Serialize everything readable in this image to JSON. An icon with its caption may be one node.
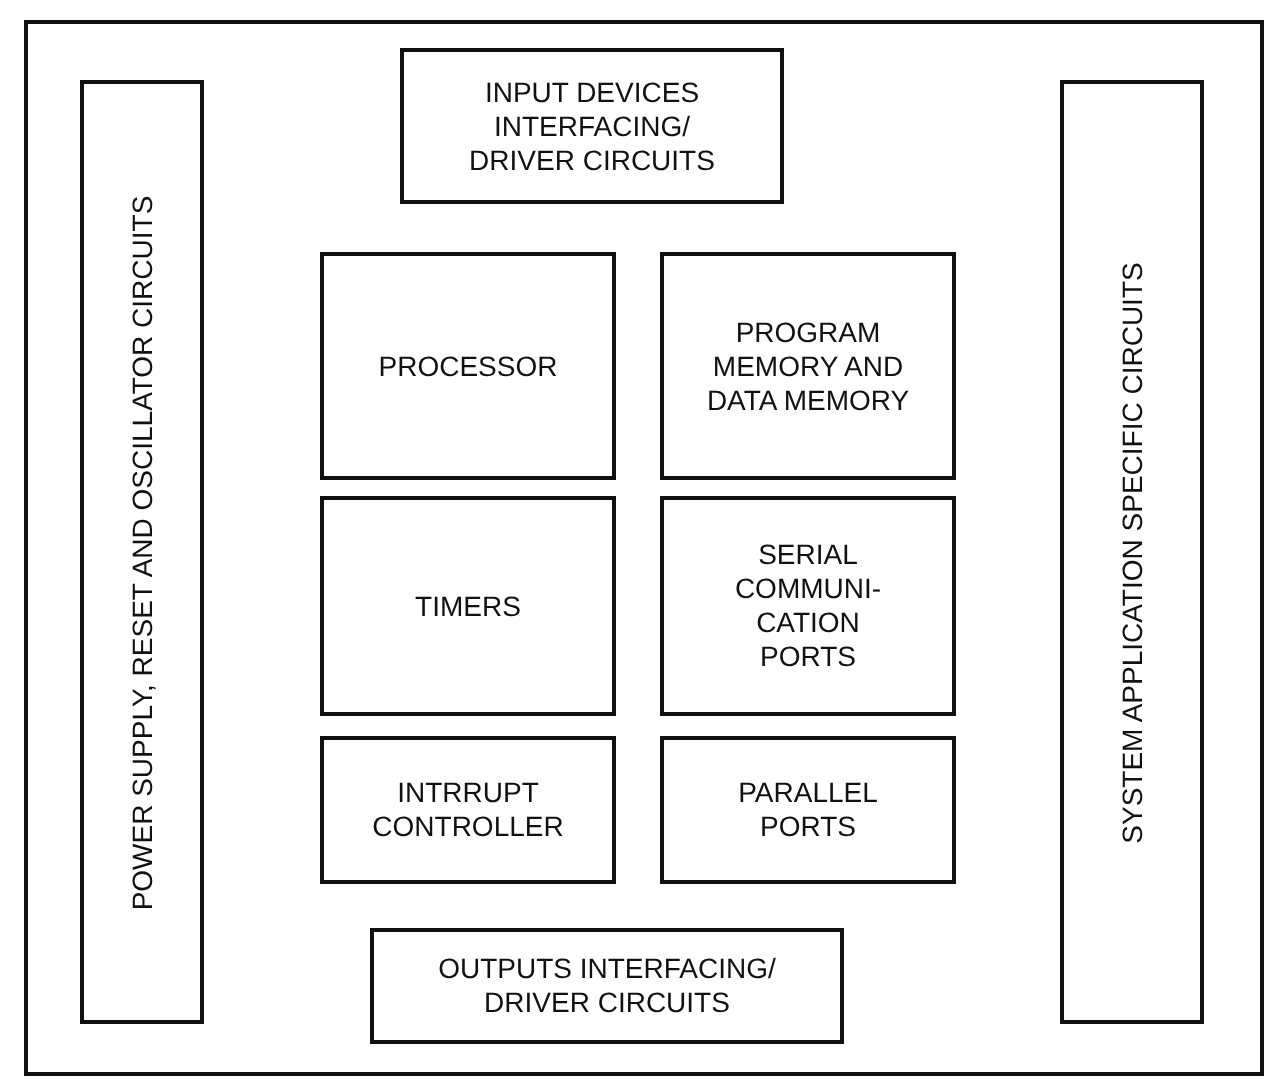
{
  "diagram": {
    "nodes": [
      {
        "text": [
          "POWER SUPPLY, RESET AND OSCILLATOR CIRCUITS"
        ]
      },
      {
        "text": [
          "INPUT DEVICES INTERFACING/ DRIVER CIRCUITS"
        ]
      },
      {
        "text": [
          "PROCESSOR"
        ]
      },
      {
        "text": [
          "PROGRAM MEMORY AND DATA MEMORY"
        ]
      },
      {
        "text": [
          "TIMERS"
        ]
      },
      {
        "text": [
          "SERIAL COMMUNI- CATION PORTS"
        ]
      },
      {
        "text": [
          "INTRRUPT CONTROLLER"
        ]
      },
      {
        "text": [
          "PARALLEL PORTS"
        ]
      },
      {
        "text": [
          "OUTPUTS INTERFACING/ DRIVER CIRCUITS"
        ]
      },
      {
        "text": [
          "SYSTEM APPLICATION SPECIFIC CIRCUITS"
        ]
      }
    ]
  }
}
